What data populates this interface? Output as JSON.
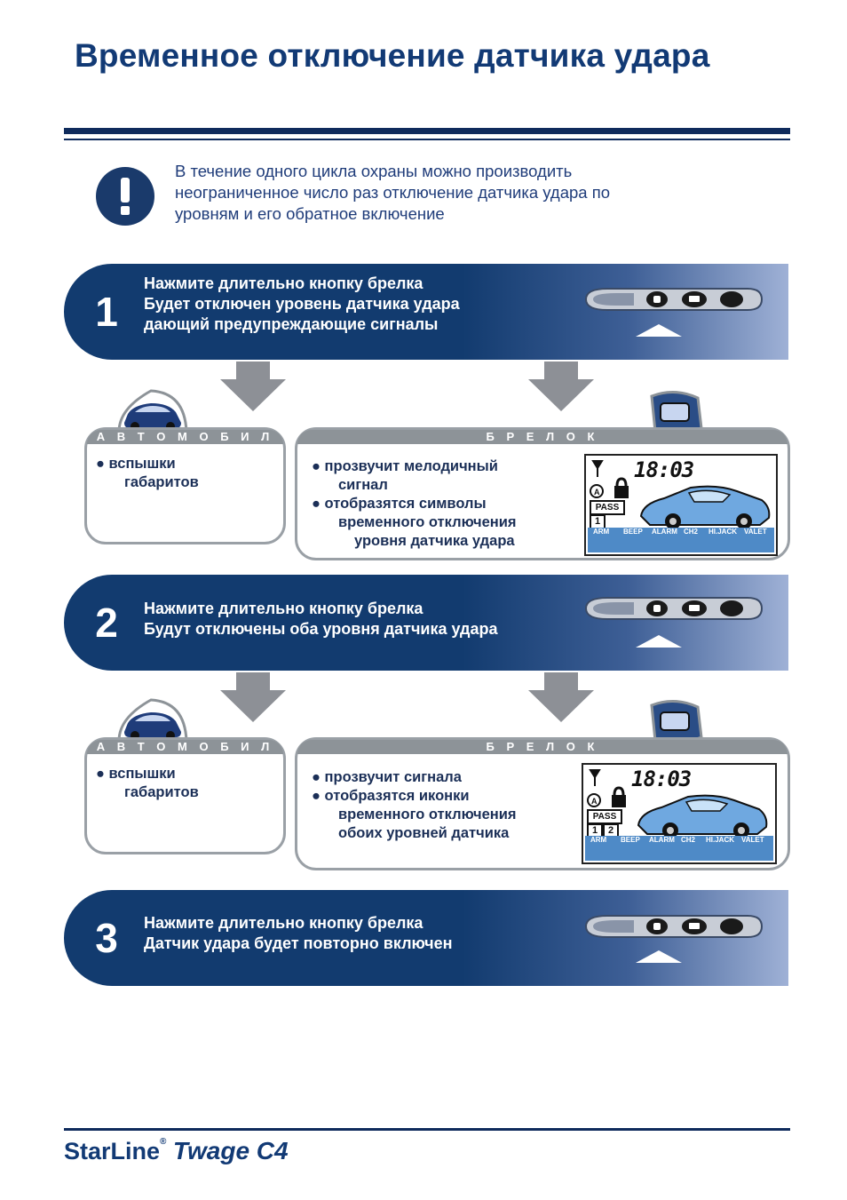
{
  "title": "Временное отключение датчика удара",
  "note": {
    "icon": "exclamation-icon",
    "lines": [
      "В течение одного цикла охраны можно производить",
      "неограниченное число раз отключение датчика удара по",
      "уровням и его обратное включение"
    ]
  },
  "steps": [
    {
      "number": "1",
      "lines": [
        "Нажмите длительно кнопку    брелка",
        "Будет отключен    уровень датчика удара",
        "дающий предупреждающие сигналы"
      ],
      "car_panel": {
        "heading": "А В Т О М О Б И Л Ь",
        "lines": [
          "●     вспышки",
          "габаритов"
        ]
      },
      "fob_panel": {
        "heading": "Б Р Е Л О К",
        "lines": [
          "●   прозвучит мелодичный",
          "сигнал",
          "●   отобразятся символы",
          "временного отключения",
          "уровня датчика удара"
        ],
        "lcd": {
          "time": "18:03",
          "pass": "PASS",
          "digits": [
            "1"
          ]
        }
      }
    },
    {
      "number": "2",
      "lines": [
        "Нажмите длительно кнопку    брелка",
        "Будут отключены оба уровня датчика удара"
      ],
      "car_panel": {
        "heading": "А В Т О М О Б И Л Ь",
        "lines": [
          "●     вспышки",
          "габаритов"
        ]
      },
      "fob_panel": {
        "heading": "Б Р Е Л О К",
        "lines": [
          "●   прозвучит    сигнала",
          "●   отобразятся иконки",
          "временного отключения",
          "обоих уровней датчика"
        ],
        "lcd": {
          "time": "18:03",
          "pass": "PASS",
          "digits": [
            "1",
            "2"
          ]
        }
      }
    },
    {
      "number": "3",
      "lines": [
        "Нажмите длительно кнопку    брелка",
        "Датчик удара будет повторно включен"
      ]
    }
  ],
  "lcd_bar_labels": [
    "ARM",
    "BEEP",
    "ALARM",
    "CH2",
    "HI.JACK",
    "VALET"
  ],
  "footer": {
    "brand": "StarLine",
    "model": "Twage C4"
  },
  "colors": {
    "navy": "#123b6f",
    "panel_gray": "#8d9398",
    "lcd_blue": "#4e8ac7"
  }
}
